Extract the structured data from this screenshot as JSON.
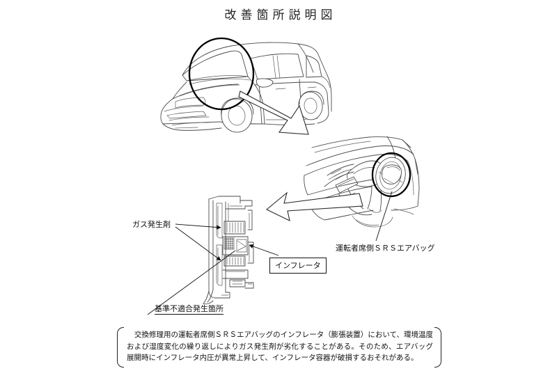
{
  "document": {
    "title": "改善箇所説明図",
    "language": "ja"
  },
  "figure": {
    "views": [
      {
        "name": "exterior-vehicle-view",
        "description": "ハッチバック車の外観線画（前方左斜め）",
        "highlight": "ウインドシールド／インストルメントパネル部を楕円で囲む"
      },
      {
        "name": "interior-dashboard-view",
        "description": "運転席まわりインストルメントパネルの線画",
        "highlight": "ステアリングホイール中央部を楕円で囲む"
      },
      {
        "name": "inflator-cross-section-view",
        "description": "エアバッグモジュール／インフレータの断面線画"
      }
    ],
    "arrows": [
      {
        "name": "arrow-exterior-to-interior",
        "direction": "down-right"
      },
      {
        "name": "arrow-interior-to-inflator",
        "direction": "left"
      }
    ]
  },
  "labels": {
    "gas_generant": "ガス発生剤",
    "inflator": "インフレータ",
    "driver_srs_airbag": "運転者席側ＳＲＳエアバッグ",
    "defect_location": "基準不適合発生箇所"
  },
  "description": {
    "text": "交換修理用の運転者席側ＳＲＳエアバッグのインフレータ（膨張装置）において、環境温度および湿度変化の繰り返しによりガス発生剤が劣化することがある。そのため、エアバッグ展開時にインフレータ内圧が異常上昇して、インフレータ容器が破損するおそれがある。"
  },
  "colors": {
    "ink": "#1a1a1a",
    "line": "#3a3a3a",
    "background": "#ffffff",
    "highlight_outline": "#000000"
  }
}
